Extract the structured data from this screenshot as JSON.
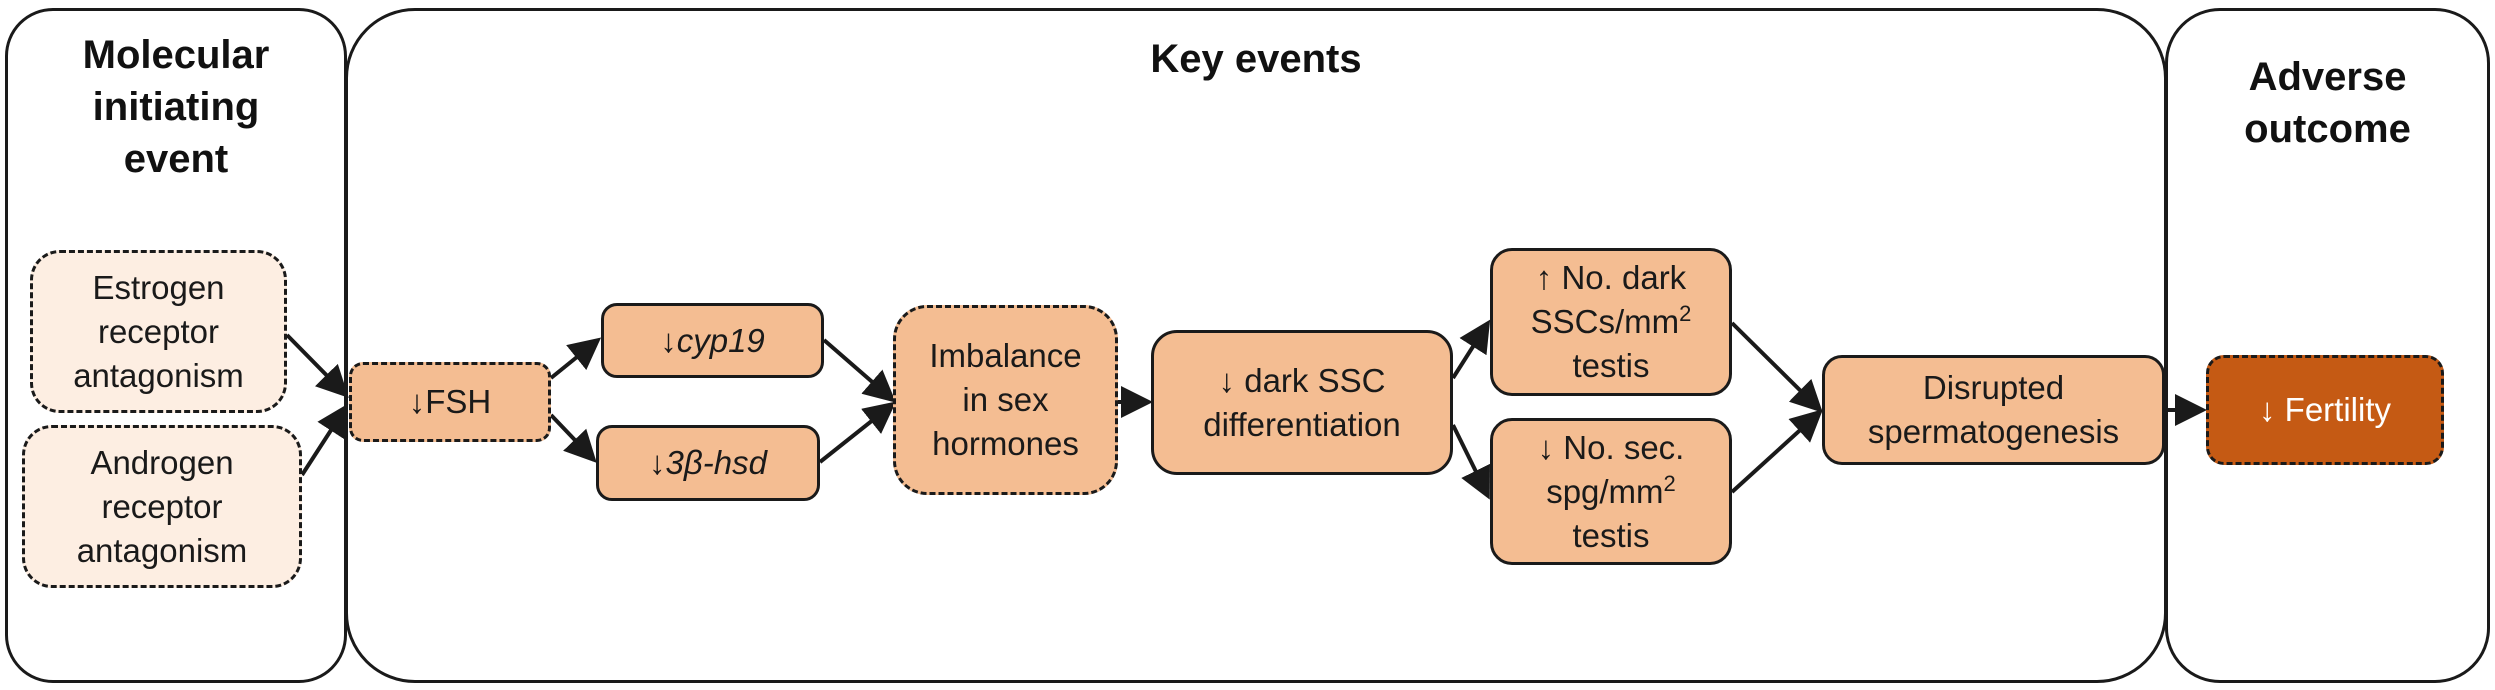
{
  "panels": {
    "mie_title": "Molecular initiating event",
    "ke_title": "Key events",
    "ao_title": "Adverse outcome"
  },
  "nodes": {
    "estrogen": "Estrogen receptor antagonism",
    "androgen": "Androgen receptor antagonism",
    "fsh": "↓FSH",
    "cyp19_arrow": "↓",
    "cyp19_gene": "cyp19",
    "hsd_arrow": "↓",
    "hsd_gene": "3β-hsd",
    "imbalance": "Imbalance in sex hormones",
    "dark_ssc": "↓ dark SSC differentiation",
    "no_dark_l1": "↑ No. dark",
    "no_dark_l2": "SSCs/mm",
    "no_dark_sup": "2",
    "no_dark_l3": "testis",
    "no_sec_l1": "↓ No. sec.",
    "no_sec_l2": "spg/mm",
    "no_sec_sup": "2",
    "no_sec_l3": "testis",
    "disrupted": "Disrupted spermatogenesis",
    "fertility": "↓ Fertility"
  },
  "colors": {
    "mie_fill": "#fdeee2",
    "ke_fill": "#f4bd92",
    "ao_fill": "#c55a14",
    "outline": "#1a1a1a"
  }
}
